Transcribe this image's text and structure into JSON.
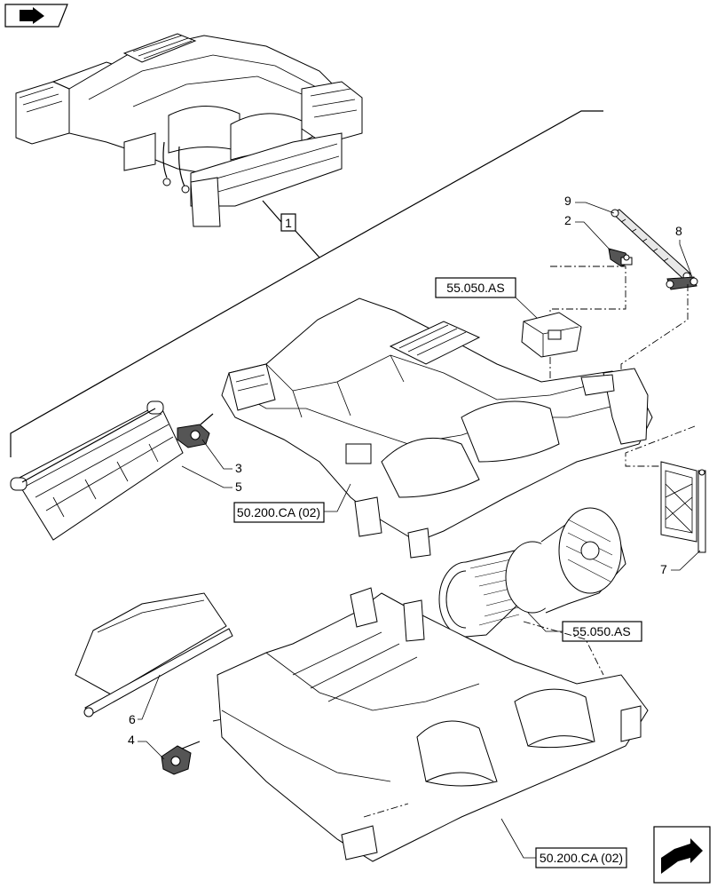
{
  "icons": {
    "top_left": "arrow-in-box-icon",
    "bottom_right": "next-page-arrow-icon"
  },
  "callouts": {
    "c1": "1",
    "c2": "2",
    "c3": "3",
    "c4": "4",
    "c5": "5",
    "c6": "6",
    "c7": "7",
    "c8": "8",
    "c9": "9"
  },
  "references": {
    "ref_top": "55.050.AS",
    "ref_blower": "55.050.AS",
    "ref_mid": "50.200.CA (02)",
    "ref_bottom": "50.200.CA (02)"
  }
}
